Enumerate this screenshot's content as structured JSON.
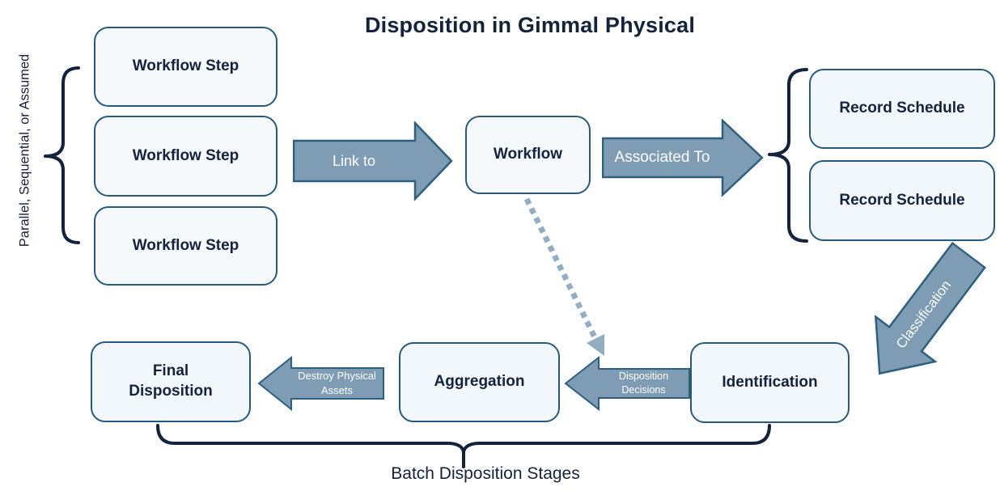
{
  "title": "Disposition in Gimmal Physical",
  "left_group": {
    "label": "Parallel, Sequential, or Assumed",
    "boxes": [
      "Workflow Step",
      "Workflow Step",
      "Workflow Step"
    ]
  },
  "center": {
    "workflow_label": "Workflow"
  },
  "arrows": {
    "link_to": "Link to",
    "associated_to": "Associated To",
    "classification": "Classification",
    "destroy_physical_line1": "Destroy Physical",
    "destroy_physical_line2": "Assets",
    "disposition_line1": "Disposition",
    "disposition_line2": "Decisions"
  },
  "record_schedules": [
    "Record Schedule",
    "Record Schedule"
  ],
  "batch_stages": {
    "final_disposition_line1": "Final",
    "final_disposition_line2": "Disposition",
    "aggregation": "Aggregation",
    "identification": "Identification",
    "brace_label": "Batch Disposition Stages"
  },
  "colors": {
    "navy": "#15223B",
    "box_border": "#265A7B",
    "box_fill": "#F1F7FB",
    "arrow_fill": "#7E9DB4",
    "arrow_border": "#2E5F7F",
    "dotted_arrow": "#93ADC2",
    "arrow_text": "#FFFFFF"
  }
}
